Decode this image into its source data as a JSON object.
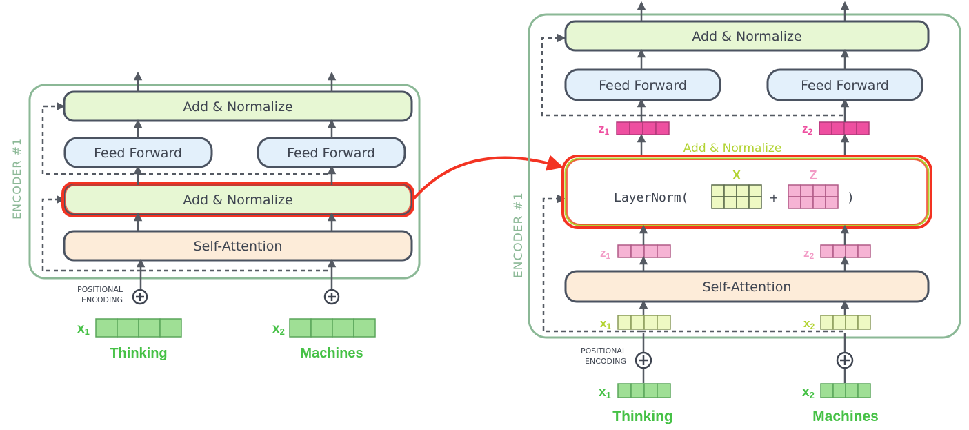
{
  "left_encoder": {
    "side_label": "ENCODER #1",
    "add_normalize_top": "Add & Normalize",
    "feed_forward_1": "Feed Forward",
    "feed_forward_2": "Feed Forward",
    "add_normalize_bottom": "Add & Normalize",
    "self_attention": "Self-Attention",
    "positional_encoding_line1": "POSITIONAL",
    "positional_encoding_line2": "ENCODING",
    "x1_label": "x",
    "x1_sub": "1",
    "x2_label": "x",
    "x2_sub": "2",
    "word_1": "Thinking",
    "word_2": "Machines"
  },
  "right_encoder": {
    "side_label": "ENCODER #1",
    "add_normalize_top": "Add & Normalize",
    "feed_forward_1": "Feed Forward",
    "feed_forward_2": "Feed Forward",
    "z1_top_label": "z",
    "z1_top_sub": "1",
    "z2_top_label": "z",
    "z2_top_sub": "2",
    "add_normalize_overlay": "Add & Normalize",
    "layernorm_text": "LayerNorm(",
    "layernorm_close": ")",
    "plus_sign": "+",
    "x_matrix_label": "X",
    "z_matrix_label": "Z",
    "z1_mid_label": "z",
    "z1_mid_sub": "1",
    "z2_mid_label": "z",
    "z2_mid_sub": "2",
    "self_attention": "Self-Attention",
    "x1_in_label": "x",
    "x1_in_sub": "1",
    "x2_in_label": "x",
    "x2_in_sub": "2",
    "positional_encoding_line1": "POSITIONAL",
    "positional_encoding_line2": "ENCODING",
    "x1_label": "x",
    "x1_sub": "1",
    "x2_label": "x",
    "x2_sub": "2",
    "word_1": "Thinking",
    "word_2": "Machines"
  },
  "colors": {
    "encoder_border": "#8bb896",
    "add_norm_fill": "#e7f7d3",
    "feed_forward_fill": "#e3f0fb",
    "self_attention_fill": "#fdecd9",
    "box_stroke": "#4b5361",
    "arrow": "#555a63",
    "green_text": "#46c146",
    "green_cell": "#9fdf95",
    "pink_strong": "#ee4fa0",
    "pink_light": "#f6b3d4",
    "pink_text": "#f29bc6",
    "yellow_green_cell": "#eef9c3",
    "yellow_green_text": "#b2d332",
    "highlight_red": "#f33322"
  }
}
